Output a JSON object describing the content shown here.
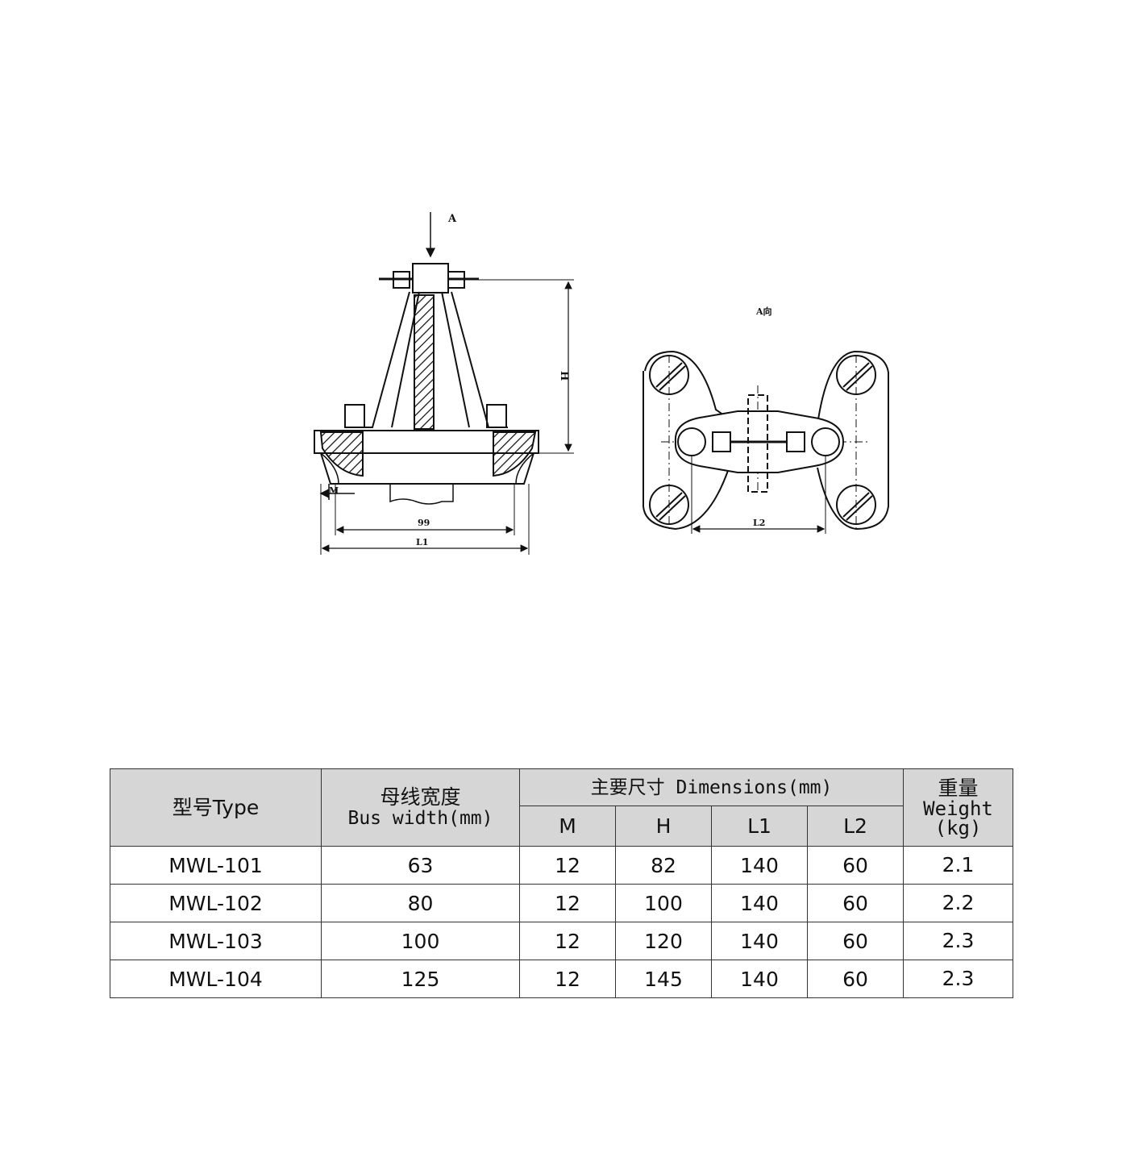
{
  "drawing": {
    "side_view": {
      "arrow_label": "A",
      "dim_h": "H",
      "dim_m": "M",
      "dim_99": "99",
      "dim_l1": "L1"
    },
    "top_view": {
      "title": "A向",
      "dim_l2": "L2"
    }
  },
  "table": {
    "header": {
      "type": "型号Type",
      "bus_cn": "母线宽度",
      "bus_en": "Bus width(mm)",
      "dims": "主要尺寸 Dimensions(mm)",
      "weight_cn": "重量",
      "weight_en": "Weight",
      "weight_unit": "(kg)",
      "cols": [
        "M",
        "H",
        "L1",
        "L2"
      ]
    },
    "rows": [
      {
        "type": "MWL-101",
        "bus": "63",
        "m": "12",
        "h": "82",
        "l1": "140",
        "l2": "60",
        "weight": "2.1"
      },
      {
        "type": "MWL-102",
        "bus": "80",
        "m": "12",
        "h": "100",
        "l1": "140",
        "l2": "60",
        "weight": "2.2"
      },
      {
        "type": "MWL-103",
        "bus": "100",
        "m": "12",
        "h": "120",
        "l1": "140",
        "l2": "60",
        "weight": "2.3"
      },
      {
        "type": "MWL-104",
        "bus": "125",
        "m": "12",
        "h": "145",
        "l1": "140",
        "l2": "60",
        "weight": "2.3"
      }
    ]
  }
}
